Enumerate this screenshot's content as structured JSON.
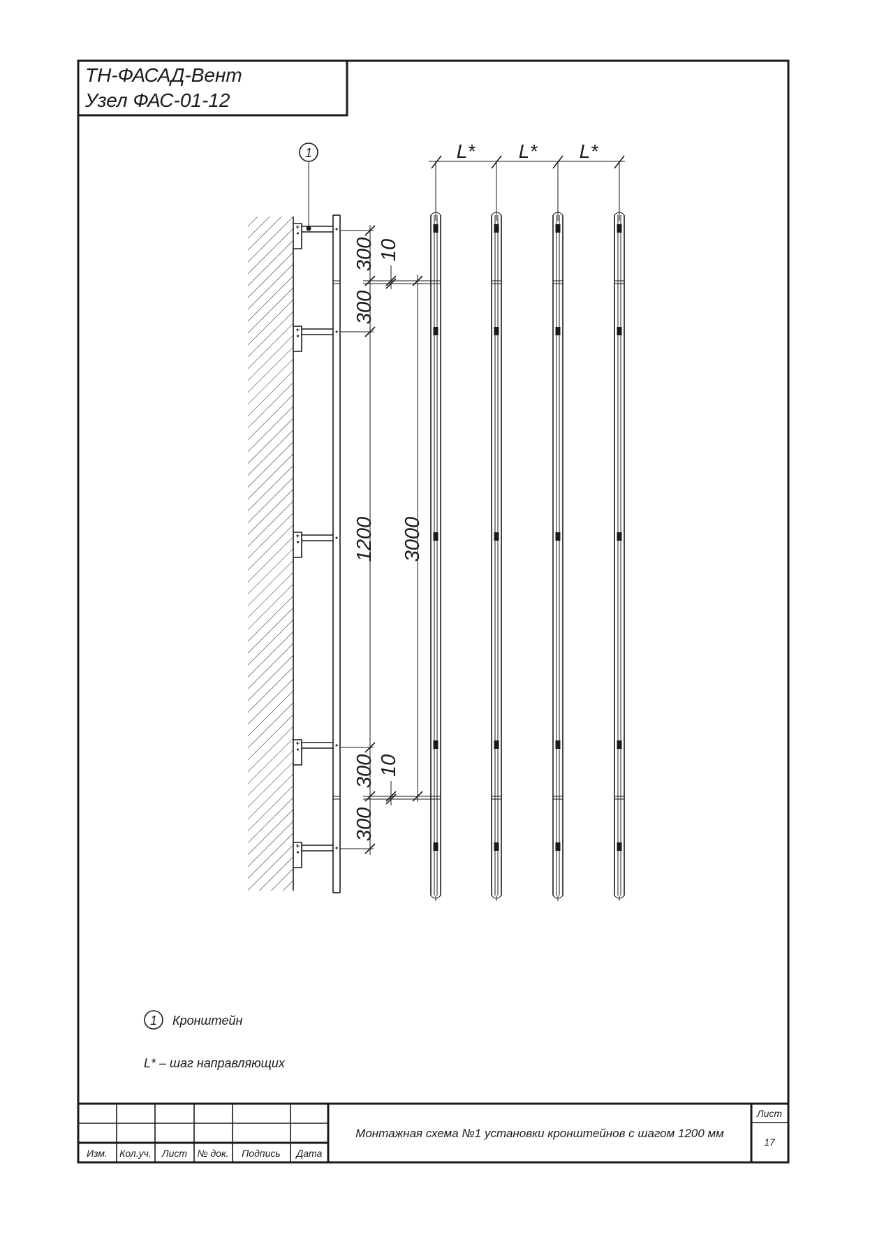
{
  "header": {
    "line1": "ТН-ФАСАД-Вент",
    "line2": "Узел ФАС-01-12"
  },
  "drawing": {
    "callout_number": "1",
    "pitch_labels": [
      "L*",
      "L*",
      "L*"
    ],
    "dimensions": {
      "top_bracket_offset": "300",
      "top_joint_gap": "10",
      "below_joint_offset": "300",
      "bracket_pitch": "1200",
      "guide_length": "3000",
      "lower_bracket_offset": "300",
      "bottom_joint_gap": "10",
      "bottom_bracket_offset": "300"
    }
  },
  "legend": {
    "item_number": "1",
    "item_label": "Кронштейн",
    "note": "L* – шаг направляющих"
  },
  "title_block": {
    "col_headers": [
      "Изм.",
      "Кол.уч.",
      "Лист",
      "№ док.",
      "Подпись",
      "Дата"
    ],
    "title": "Монтажная схема №1 установки кронштейнов с шагом 1200 мм",
    "sheet_label": "Лист",
    "sheet_number": "17"
  }
}
